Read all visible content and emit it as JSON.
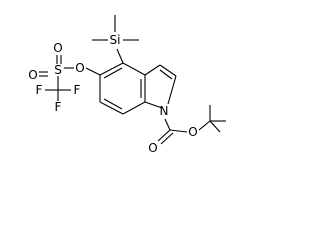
{
  "molecule": {
    "atoms": {
      "si": "Si",
      "o_ester": "O",
      "s": "S",
      "o_s_top": "O",
      "o_s_bottom": "O",
      "f_left": "F",
      "f_right": "F",
      "f_bottom": "F",
      "n": "N",
      "o_carbonyl": "O",
      "o_boc": "O"
    }
  }
}
